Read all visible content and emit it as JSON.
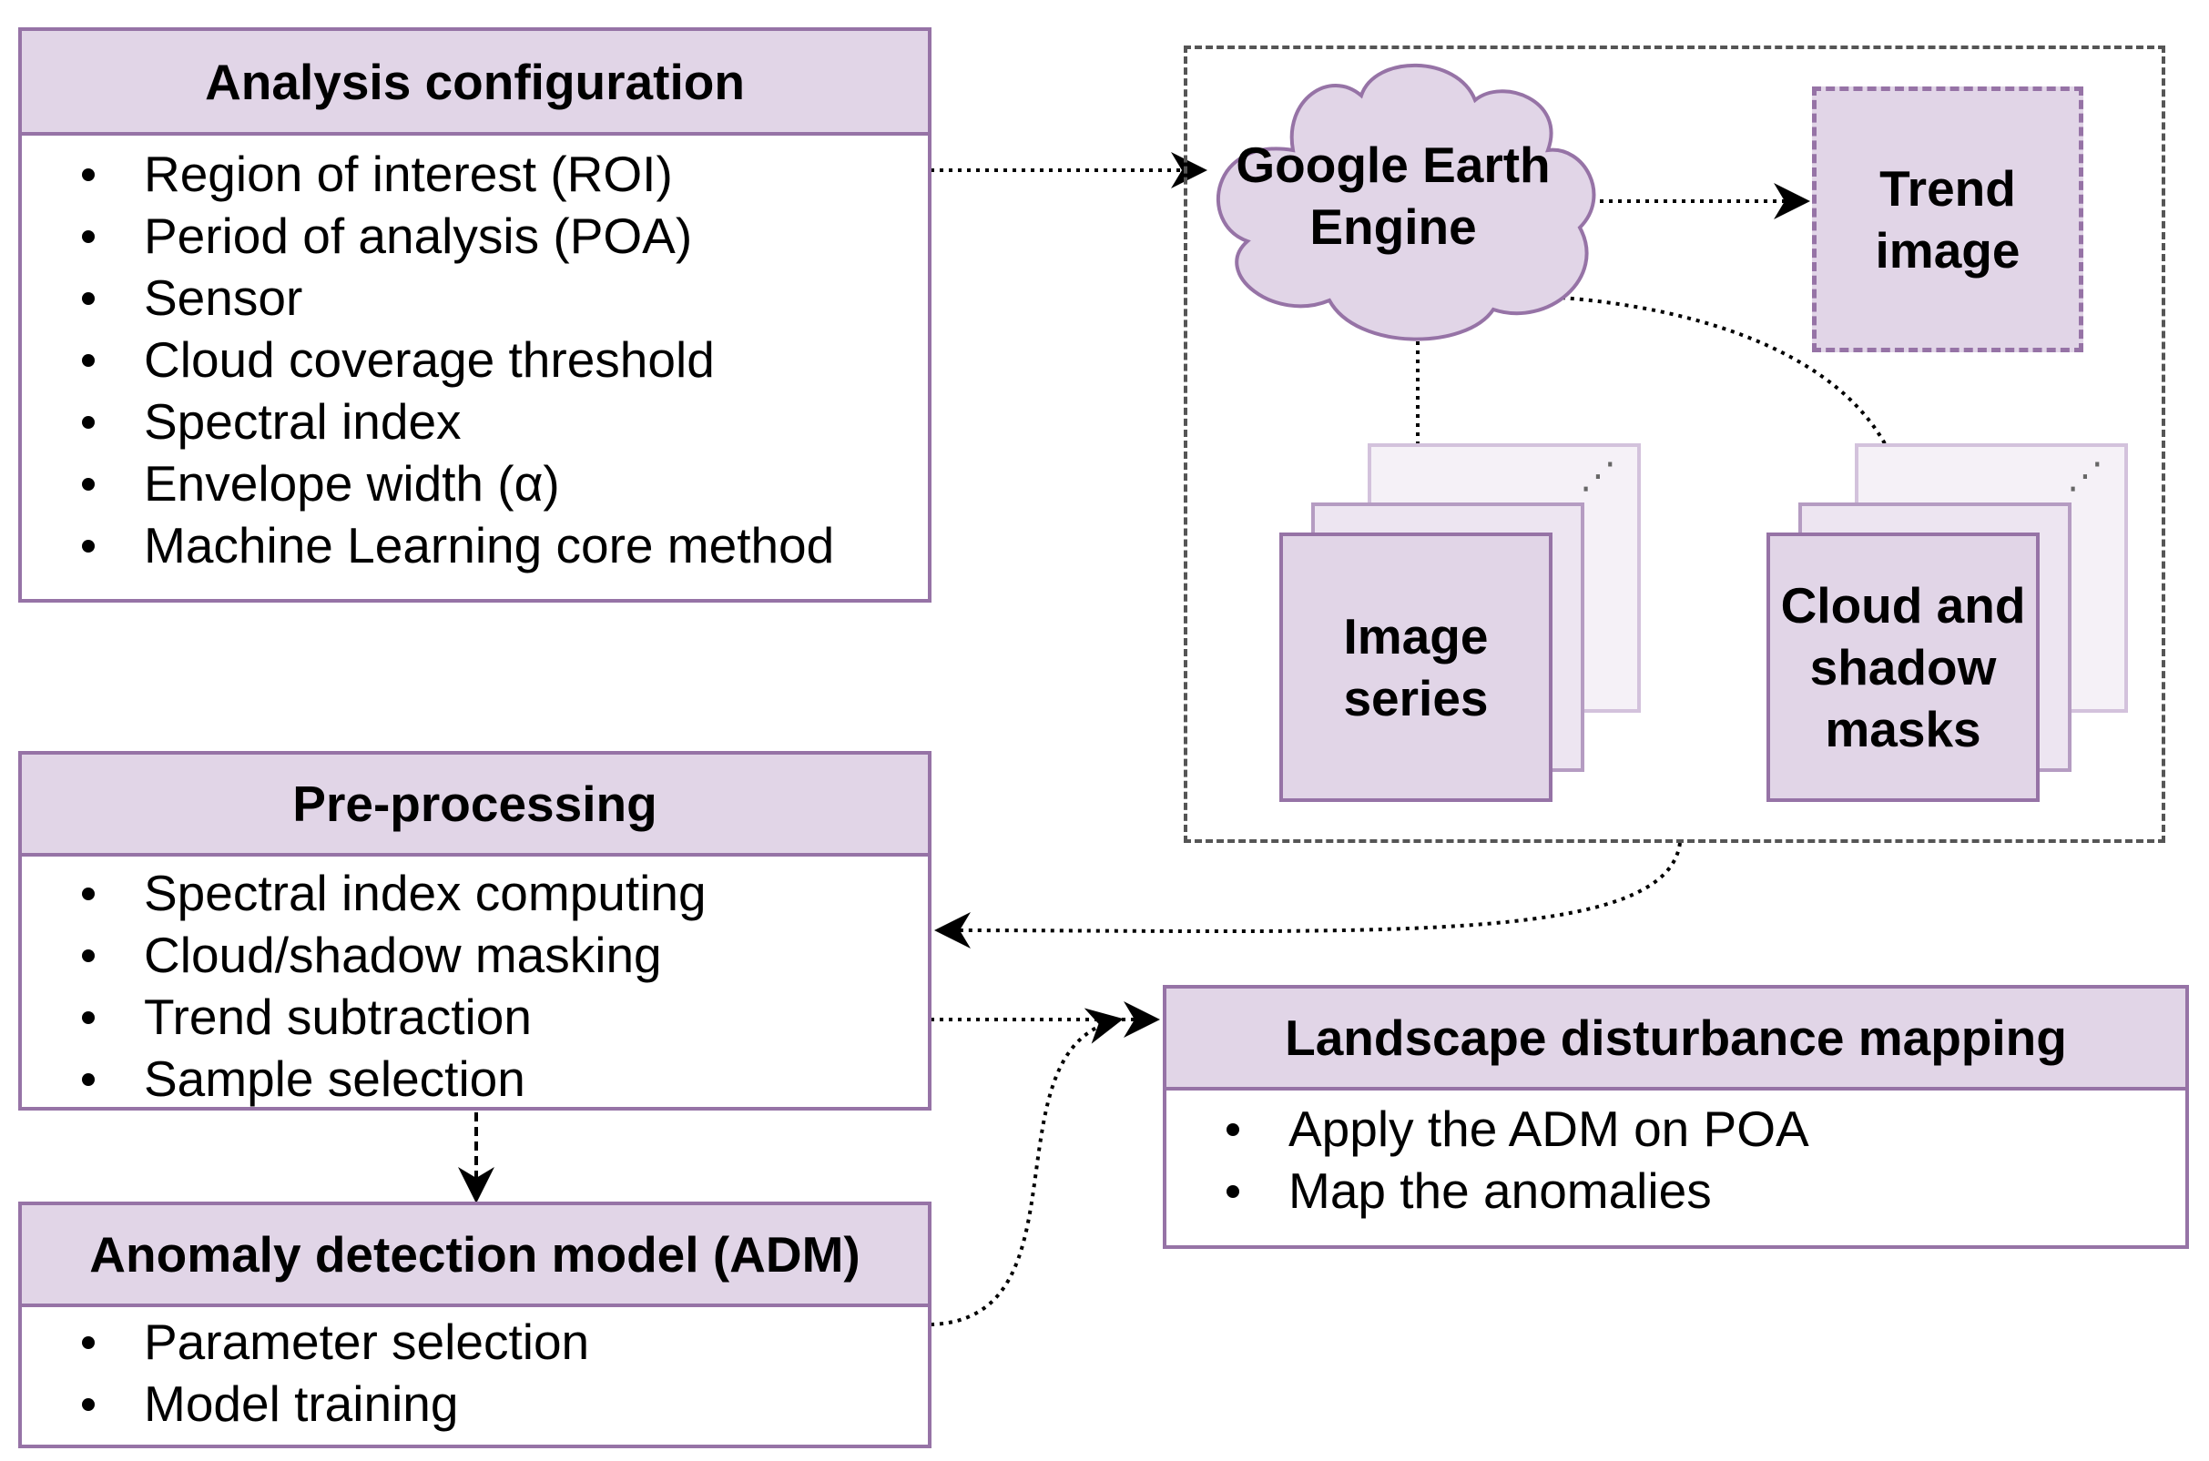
{
  "analysis_config": {
    "title": "Analysis configuration",
    "items": [
      "Region of interest (ROI)",
      "Period of analysis (POA)",
      "Sensor",
      "Cloud coverage threshold",
      "Spectral index",
      "Envelope width (α)",
      "Machine Learning core method"
    ]
  },
  "gee": {
    "engine_label_line1": "Google Earth",
    "engine_label_line2": "Engine",
    "trend_line1": "Trend",
    "trend_line2": "image",
    "image_series_line1": "Image",
    "image_series_line2": "series",
    "masks_line1": "Cloud and",
    "masks_line2": "shadow",
    "masks_line3": "masks",
    "stack_more_glyph": "⋰"
  },
  "preprocessing": {
    "title": "Pre-processing",
    "items": [
      "Spectral index computing",
      "Cloud/shadow masking",
      "Trend subtraction",
      "Sample selection"
    ]
  },
  "adm": {
    "title": "Anomaly detection model (ADM)",
    "items": [
      "Parameter selection",
      "Model training"
    ]
  },
  "disturbance": {
    "title": "Landscape disturbance mapping",
    "items": [
      "Apply the ADM on POA",
      "Map the anomalies"
    ]
  },
  "colors": {
    "fill": "#e1d5e7",
    "stroke": "#9673a6",
    "dashed_frame": "#555555"
  }
}
